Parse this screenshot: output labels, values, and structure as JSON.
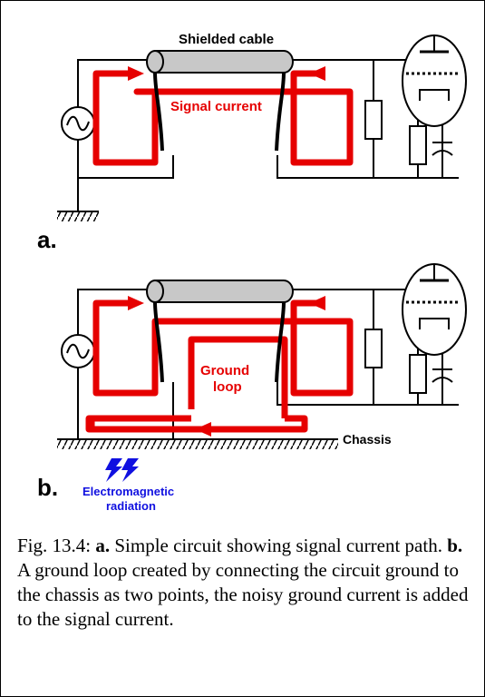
{
  "panel_a": {
    "letter": "a.",
    "cable_label": "Shielded cable",
    "signal_label": "Signal current"
  },
  "panel_b": {
    "letter": "b.",
    "ground_loop_line1": "Ground",
    "ground_loop_line2": "loop",
    "chassis_label": "Chassis",
    "em_line1": "Electromagnetic",
    "em_line2": "radiation"
  },
  "caption": {
    "prefix": "Fig. 13.4: ",
    "a_mark": "a.",
    "a_text": " Simple circuit showing signal current path. ",
    "b_mark": "b.",
    "b_text": " A ground loop created by connecting the circuit ground to the chassis as two points, the noisy ground current is added to the signal current."
  },
  "colors": {
    "current_red": "#e60000",
    "cable_gray": "#c8c8c8",
    "em_blue": "#1010e0",
    "wire": "#000000"
  }
}
